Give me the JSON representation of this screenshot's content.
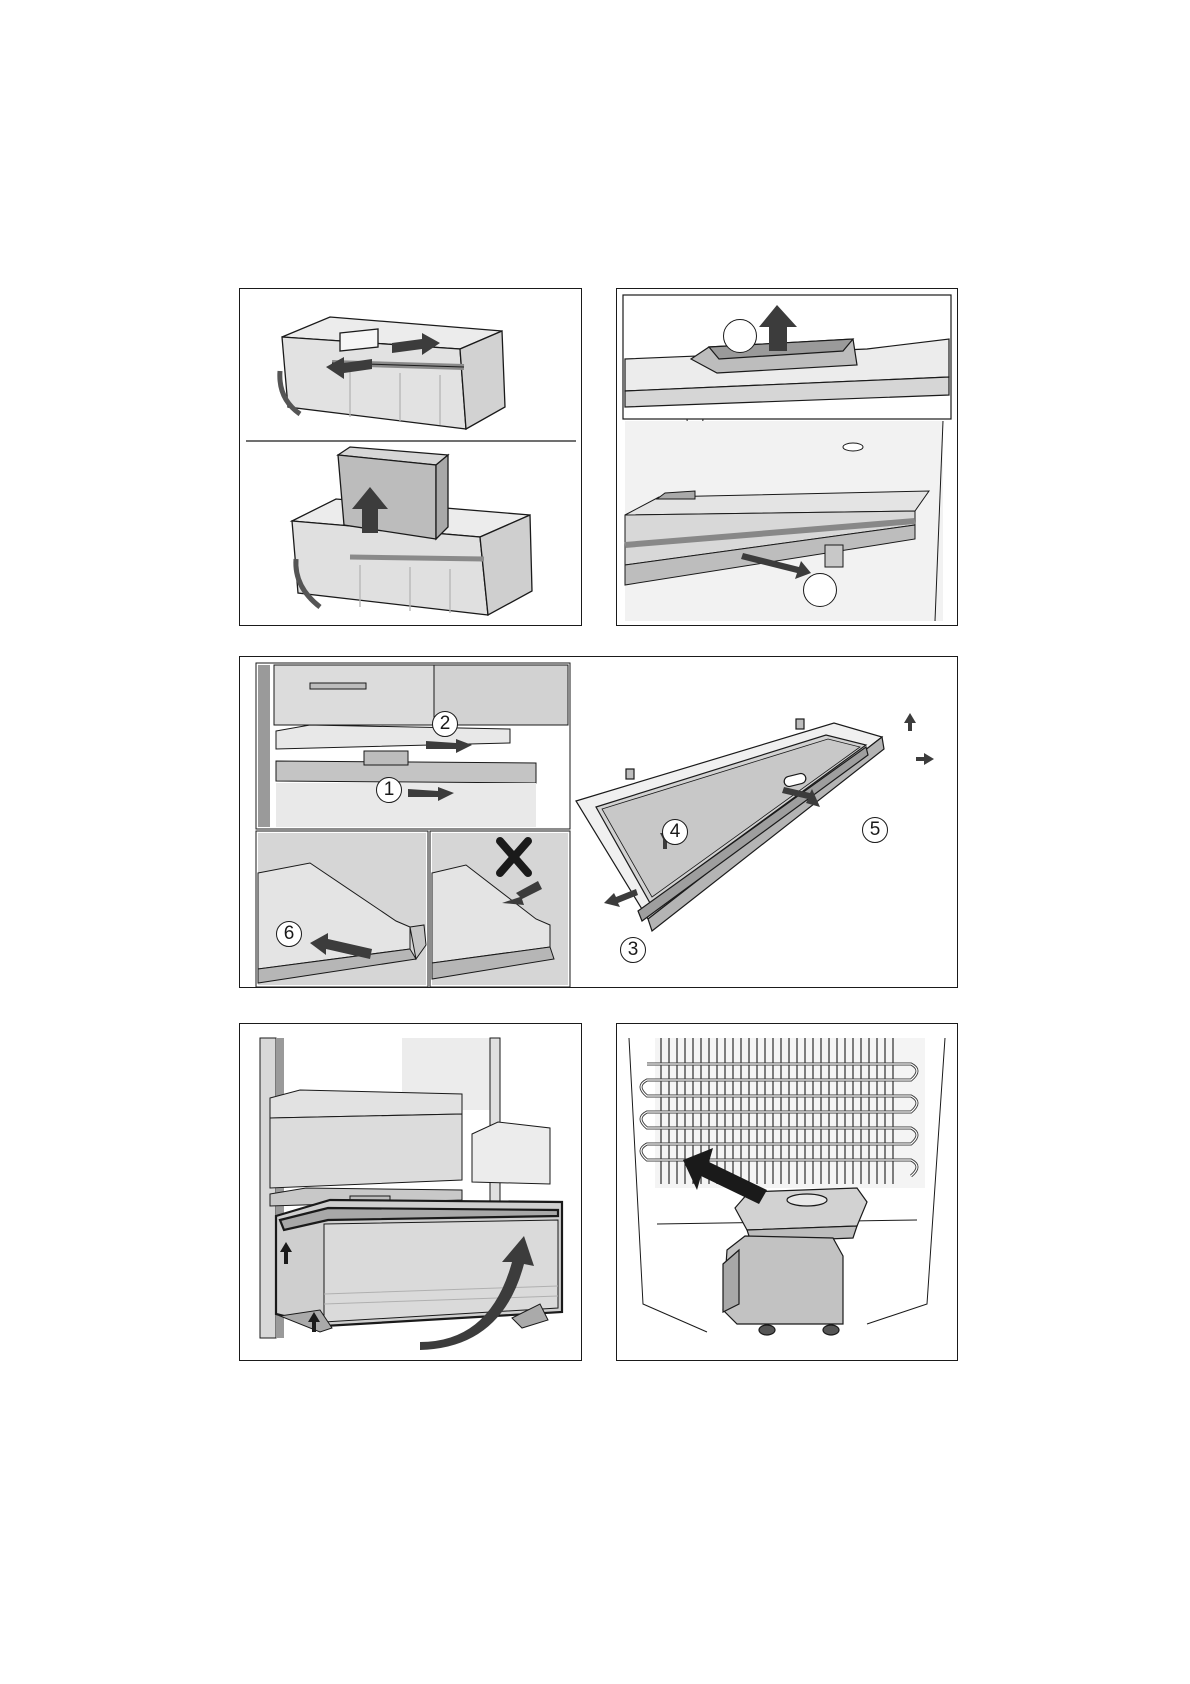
{
  "callouts": {
    "c1": "1",
    "c2": "2",
    "c3": "3",
    "c4": "4",
    "c5": "5",
    "c6": "6"
  },
  "colors": {
    "line": "#1a1a1a",
    "arrow": "#3c3c3c",
    "surface_light": "#ececec",
    "surface_mid": "#d4d4d4",
    "surface_dark": "#9a9a9a"
  },
  "icons": {
    "wrong_mark": "cross-icon"
  }
}
